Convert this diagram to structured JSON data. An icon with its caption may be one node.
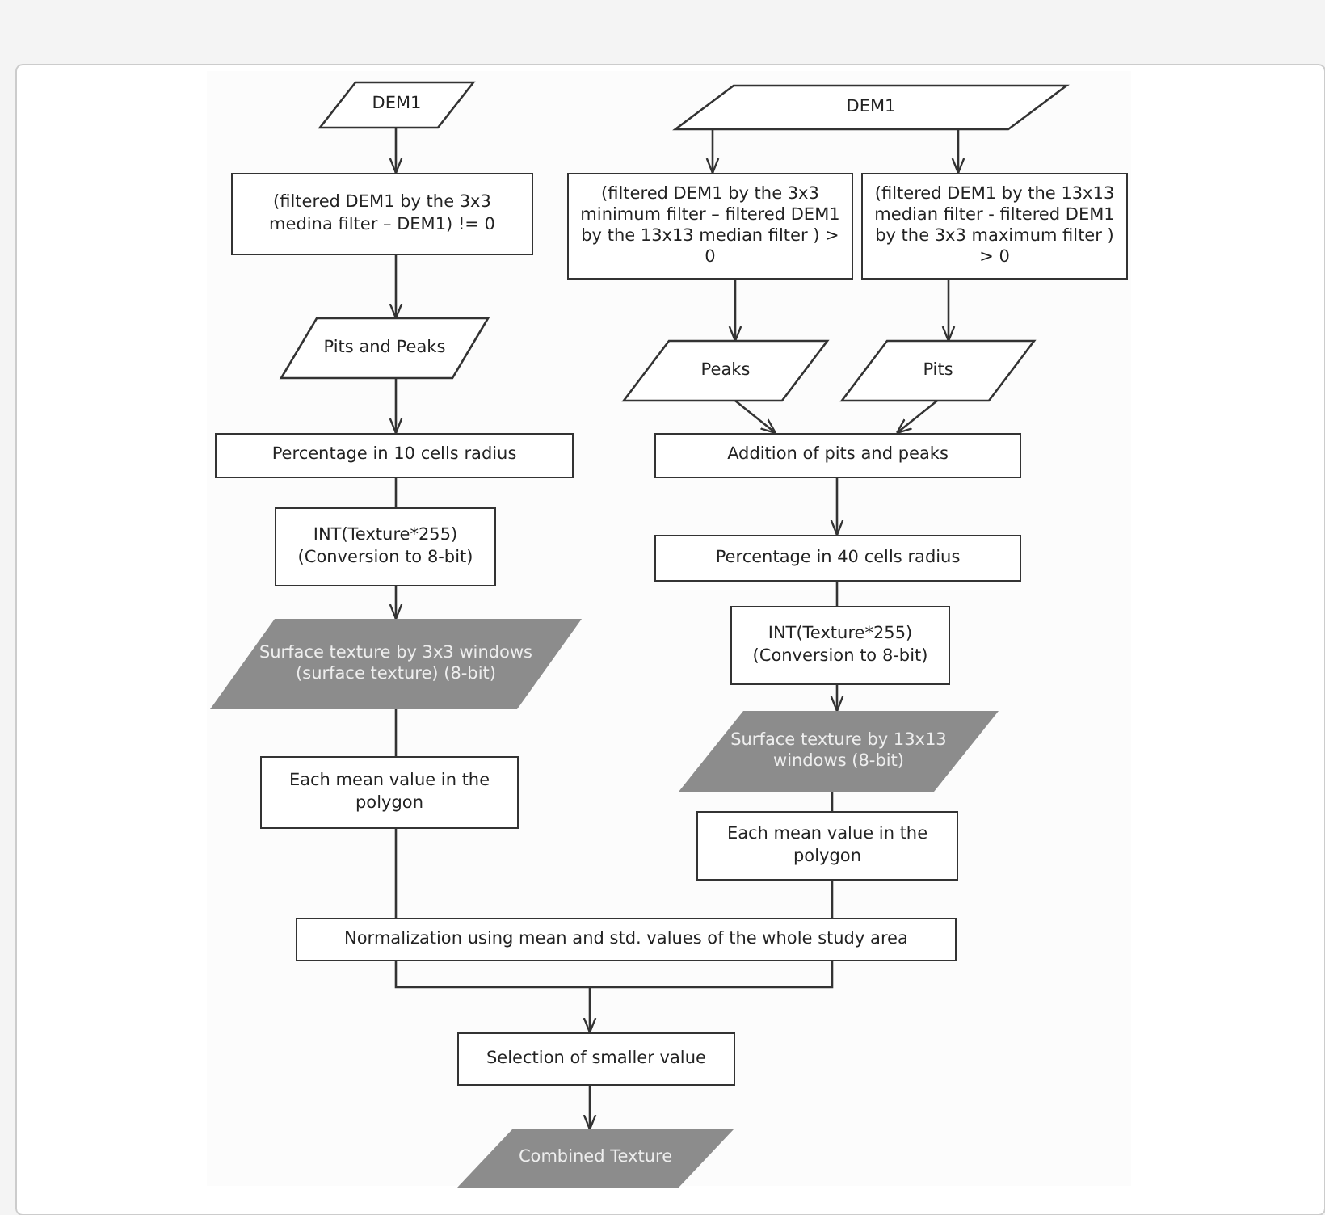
{
  "diagram": {
    "nodes": [
      {
        "text": [
          "DEM1"
        ]
      },
      {
        "text": [
          "(filtered DEM1 by the 3x3 medina filter – DEM1) != 0"
        ]
      },
      {
        "text": [
          "Pits and Peaks"
        ]
      },
      {
        "text": [
          "Percentage in 10 cells radius"
        ]
      },
      {
        "text": [
          "INT(Texture*255) (Conversion to 8-bit)"
        ]
      },
      {
        "text": [
          "Surface texture by 3x3 windows (surface texture)  (8-bit)"
        ]
      },
      {
        "text": [
          "Each mean value in the polygon"
        ]
      },
      {
        "text": [
          "DEM1"
        ]
      },
      {
        "text": [
          "(filtered DEM1 by the 3x3 minimum filter – filtered DEM1 by the 13x13 median filter ) > 0"
        ]
      },
      {
        "text": [
          "(filtered DEM1 by the 13x13 median filter - filtered DEM1 by the 3x3 maximum filter ) > 0"
        ]
      },
      {
        "text": [
          "Peaks"
        ]
      },
      {
        "text": [
          "Pits"
        ]
      },
      {
        "text": [
          "Addition of pits and peaks"
        ]
      },
      {
        "text": [
          "Percentage in 40 cells radius"
        ]
      },
      {
        "text": [
          "INT(Texture*255) (Conversion to 8-bit)"
        ]
      },
      {
        "text": [
          "Surface texture by 13x13 windows (8-bit)"
        ]
      },
      {
        "text": [
          "Each mean value in the polygon"
        ]
      },
      {
        "text": [
          "Normalization using mean and std. values of the whole study area"
        ]
      },
      {
        "text": [
          "Selection of smaller value"
        ]
      },
      {
        "text": [
          "Combined Texture"
        ]
      }
    ],
    "edges": [
      {
        "from": 0,
        "to": 1,
        "arrow": "to"
      },
      {
        "from": 1,
        "to": 2,
        "arrow": "to"
      },
      {
        "from": 2,
        "to": 3,
        "arrow": "to"
      },
      {
        "from": 3,
        "to": 4,
        "arrow": "none"
      },
      {
        "from": 4,
        "to": 5,
        "arrow": "to"
      },
      {
        "from": 5,
        "to": 6,
        "arrow": "none"
      },
      {
        "from": 6,
        "to": 17,
        "arrow": "none"
      },
      {
        "from": 7,
        "to": 8,
        "arrow": "to"
      },
      {
        "from": 7,
        "to": 9,
        "arrow": "to"
      },
      {
        "from": 8,
        "to": 10,
        "arrow": "to"
      },
      {
        "from": 9,
        "to": 11,
        "arrow": "to"
      },
      {
        "from": 10,
        "to": 12,
        "arrow": "to"
      },
      {
        "from": 11,
        "to": 12,
        "arrow": "to"
      },
      {
        "from": 12,
        "to": 13,
        "arrow": "to"
      },
      {
        "from": 13,
        "to": 14,
        "arrow": "none"
      },
      {
        "from": 14,
        "to": 15,
        "arrow": "to"
      },
      {
        "from": 15,
        "to": 16,
        "arrow": "none"
      },
      {
        "from": 16,
        "to": 17,
        "arrow": "none"
      },
      {
        "from": 17,
        "to": 18,
        "arrow": "to"
      },
      {
        "from": 18,
        "to": 19,
        "arrow": "to"
      }
    ]
  }
}
